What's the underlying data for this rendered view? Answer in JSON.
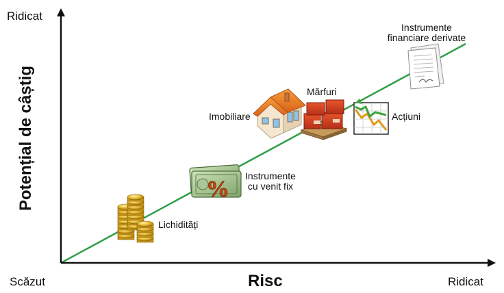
{
  "axes": {
    "y_title": "Potențial de câștig",
    "y_top_label": "Ridicat",
    "x_title": "Risc",
    "x_left_label": "Scăzut",
    "x_right_label": "Ridicat"
  },
  "colors": {
    "trend_line": "#2e9e47",
    "axis": "#111111"
  },
  "items": [
    {
      "lines": [
        "Lichidități"
      ],
      "icon": "coin-stack-icon"
    },
    {
      "lines": [
        "Instrumente",
        "cu venit fix"
      ],
      "icon": "money-percent-icon"
    },
    {
      "lines": [
        "Imobiliare"
      ],
      "icon": "house-icon"
    },
    {
      "lines": [
        "Mărfuri"
      ],
      "icon": "cargo-pallet-icon"
    },
    {
      "lines": [
        "Acțiuni"
      ],
      "icon": "stock-chart-icon"
    },
    {
      "lines": [
        "Instrumente",
        "financiare derivate"
      ],
      "icon": "contract-document-icon"
    }
  ]
}
